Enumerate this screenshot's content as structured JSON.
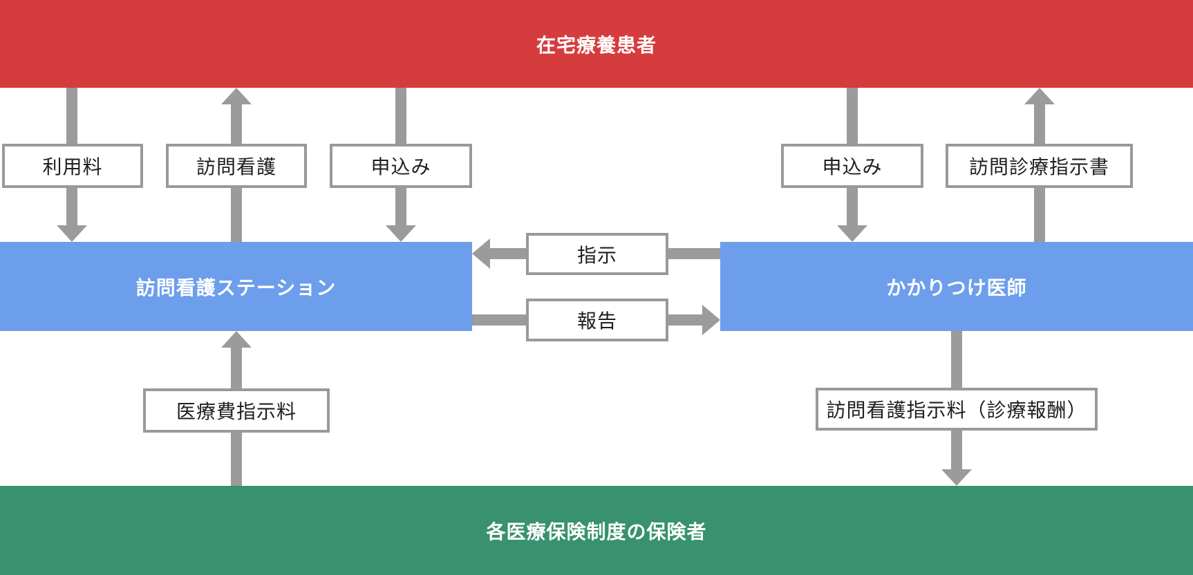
{
  "bands": {
    "patient": {
      "label": "在宅療養患者",
      "color": "#D53C3E"
    },
    "station": {
      "label": "訪問看護ステーション",
      "color": "#6D9EEB"
    },
    "doctor": {
      "label": "かかりつけ医師",
      "color": "#6D9EEB"
    },
    "insurer": {
      "label": "各医療保険制度の保険者",
      "color": "#38916F"
    }
  },
  "flow_labels": {
    "usage_fee": {
      "text": "利用料",
      "direction": "down",
      "from": "patient",
      "to": "station"
    },
    "visiting_nursing": {
      "text": "訪問看護",
      "direction": "up",
      "from": "station",
      "to": "patient"
    },
    "application_station": {
      "text": "申込み",
      "direction": "down",
      "from": "patient",
      "to": "station"
    },
    "application_doctor": {
      "text": "申込み",
      "direction": "down",
      "from": "patient",
      "to": "doctor"
    },
    "visit_instruction_doc": {
      "text": "訪問診療指示書",
      "direction": "up",
      "from": "doctor",
      "to": "patient"
    },
    "instruction": {
      "text": "指示",
      "direction": "left",
      "from": "doctor",
      "to": "station"
    },
    "report": {
      "text": "報告",
      "direction": "right",
      "from": "station",
      "to": "doctor"
    },
    "medical_fee": {
      "text": "医療費指示料",
      "direction": "up",
      "from": "insurer",
      "to": "station"
    },
    "nursing_instruction_fee": {
      "text": "訪問看護指示料（診療報酬）",
      "direction": "down",
      "from": "doctor",
      "to": "insurer"
    }
  },
  "colors": {
    "arrow": "#9B9B9B",
    "box_border": "#999999",
    "box_background": "#FFFFFF",
    "box_text": "#1F1F1F",
    "band_text": "#FFFFFF",
    "background": "#FFFFFF"
  }
}
